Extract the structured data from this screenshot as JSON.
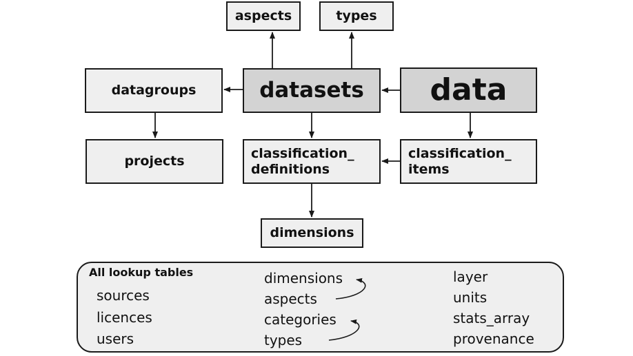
{
  "nodes": {
    "aspects": "aspects",
    "types": "types",
    "datagroups": "datagroups",
    "datasets": "datasets",
    "data": "data",
    "projects": "projects",
    "classification_definitions": "classification_\ndefinitions",
    "classification_items": "classification_\nitems",
    "dimensions": "dimensions"
  },
  "lookup": {
    "title": "All lookup tables",
    "col1": [
      "sources",
      "licences",
      "users"
    ],
    "col2": [
      "dimensions",
      "aspects",
      "categories",
      "types"
    ],
    "col3": [
      "layer",
      "units",
      "stats_array",
      "provenance"
    ]
  }
}
